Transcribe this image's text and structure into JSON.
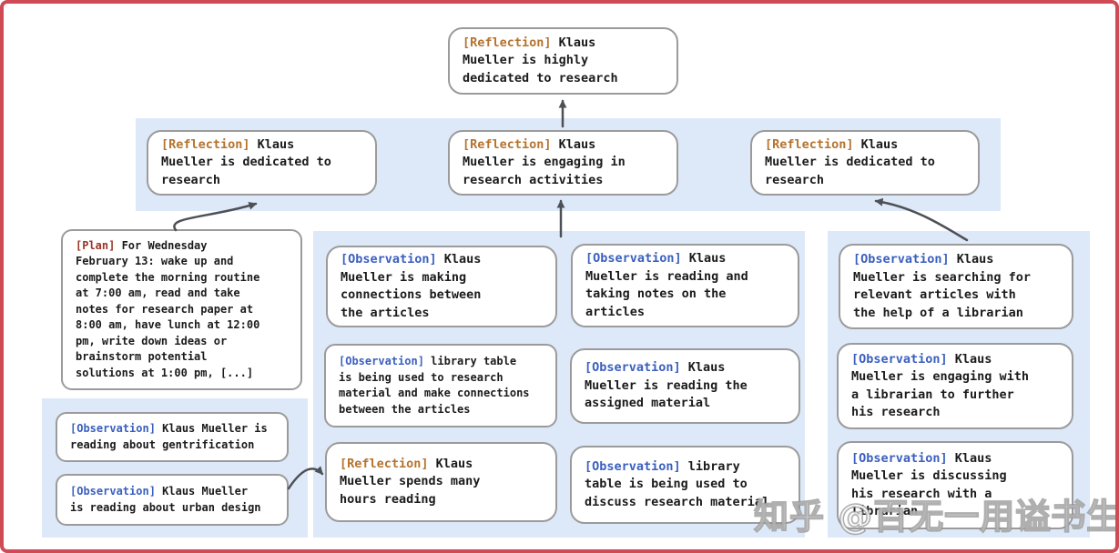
{
  "watermark": {
    "text": "知乎 @百无一用谥书生"
  },
  "colors": {
    "outer_border": "#cf4a55",
    "band_background": "#dde9f8",
    "box_border": "#9b9b9b",
    "text": "#1b1b1b",
    "reflection_tag": "#b5732e",
    "observation_tag": "#3a5fbf",
    "plan_tag": "#993527",
    "arrow": "#4d5156"
  },
  "nodes": {
    "top": {
      "tag": "[Reflection]",
      "text": " Klaus\nMueller is highly\ndedicated to research"
    },
    "r1": {
      "tag": "[Reflection]",
      "text": " Klaus\nMueller is dedicated to\nresearch"
    },
    "r2": {
      "tag": "[Reflection]",
      "text": " Klaus\nMueller is engaging in\nresearch activities"
    },
    "r3": {
      "tag": "[Reflection]",
      "text": " Klaus\nMueller is dedicated to\nresearch"
    },
    "plan": {
      "tag": "[Plan]",
      "text": " For Wednesday\nFebruary 13: wake up and\ncomplete the morning routine\nat 7:00 am, read and take\nnotes for research paper at\n8:00 am, have lunch at 12:00\npm, write down ideas or\nbrainstorm potential\nsolutions at 1:00 pm, [...]"
    },
    "ol1": {
      "tag": "[Observation]",
      "text": " Klaus Mueller is\nreading about gentrification"
    },
    "ol2": {
      "tag": "[Observation]",
      "text": " Klaus Mueller\nis reading about urban design"
    },
    "om1": {
      "tag": "[Observation]",
      "text": " Klaus\nMueller is making\nconnections between\nthe articles"
    },
    "om2": {
      "tag": "[Observation]",
      "text": " library table\nis being used to research\nmaterial and make connections\nbetween the articles"
    },
    "rfm": {
      "tag": "[Reflection]",
      "text": " Klaus\nMueller spends many\nhours reading"
    },
    "om3": {
      "tag": "[Observation]",
      "text": " Klaus\nMueller is reading and\ntaking notes on the\narticles"
    },
    "om4": {
      "tag": "[Observation]",
      "text": " Klaus\nMueller is reading the\nassigned material"
    },
    "om5": {
      "tag": "[Observation]",
      "text": " library\ntable is being used to\ndiscuss research material"
    },
    "or1": {
      "tag": "[Observation]",
      "text": " Klaus\nMueller is searching for\nrelevant articles with\nthe help of a librarian"
    },
    "or2": {
      "tag": "[Observation]",
      "text": " Klaus\nMueller is engaging with\na librarian to further\nhis research"
    },
    "or3": {
      "tag": "[Observation]",
      "text": " Klaus\nMueller is discussing\nhis research with a\nlibrarian"
    }
  }
}
